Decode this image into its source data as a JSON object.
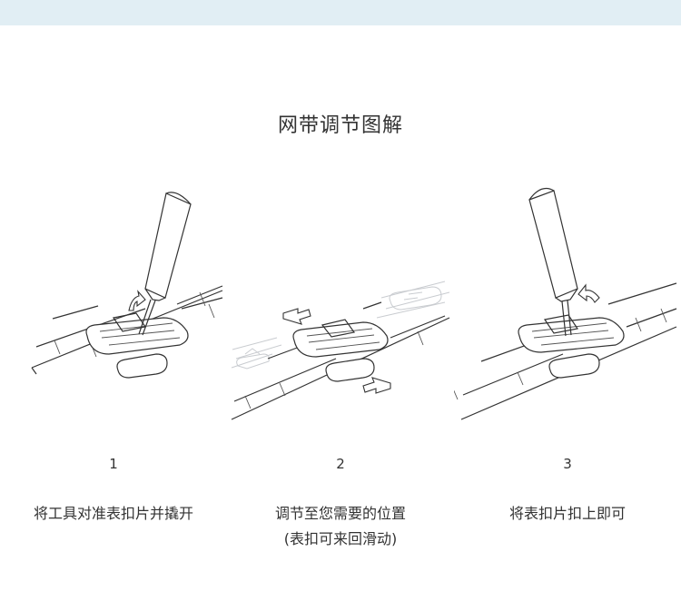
{
  "title": "网带调节图解",
  "steps": [
    {
      "number": "1",
      "text_line1": "将工具对准表扣片并撬开",
      "text_line2": ""
    },
    {
      "number": "2",
      "text_line1": "调节至您需要的位置",
      "text_line2": "(表扣可来回滑动)"
    },
    {
      "number": "3",
      "text_line1": "将表扣片扣上即可",
      "text_line2": ""
    }
  ]
}
